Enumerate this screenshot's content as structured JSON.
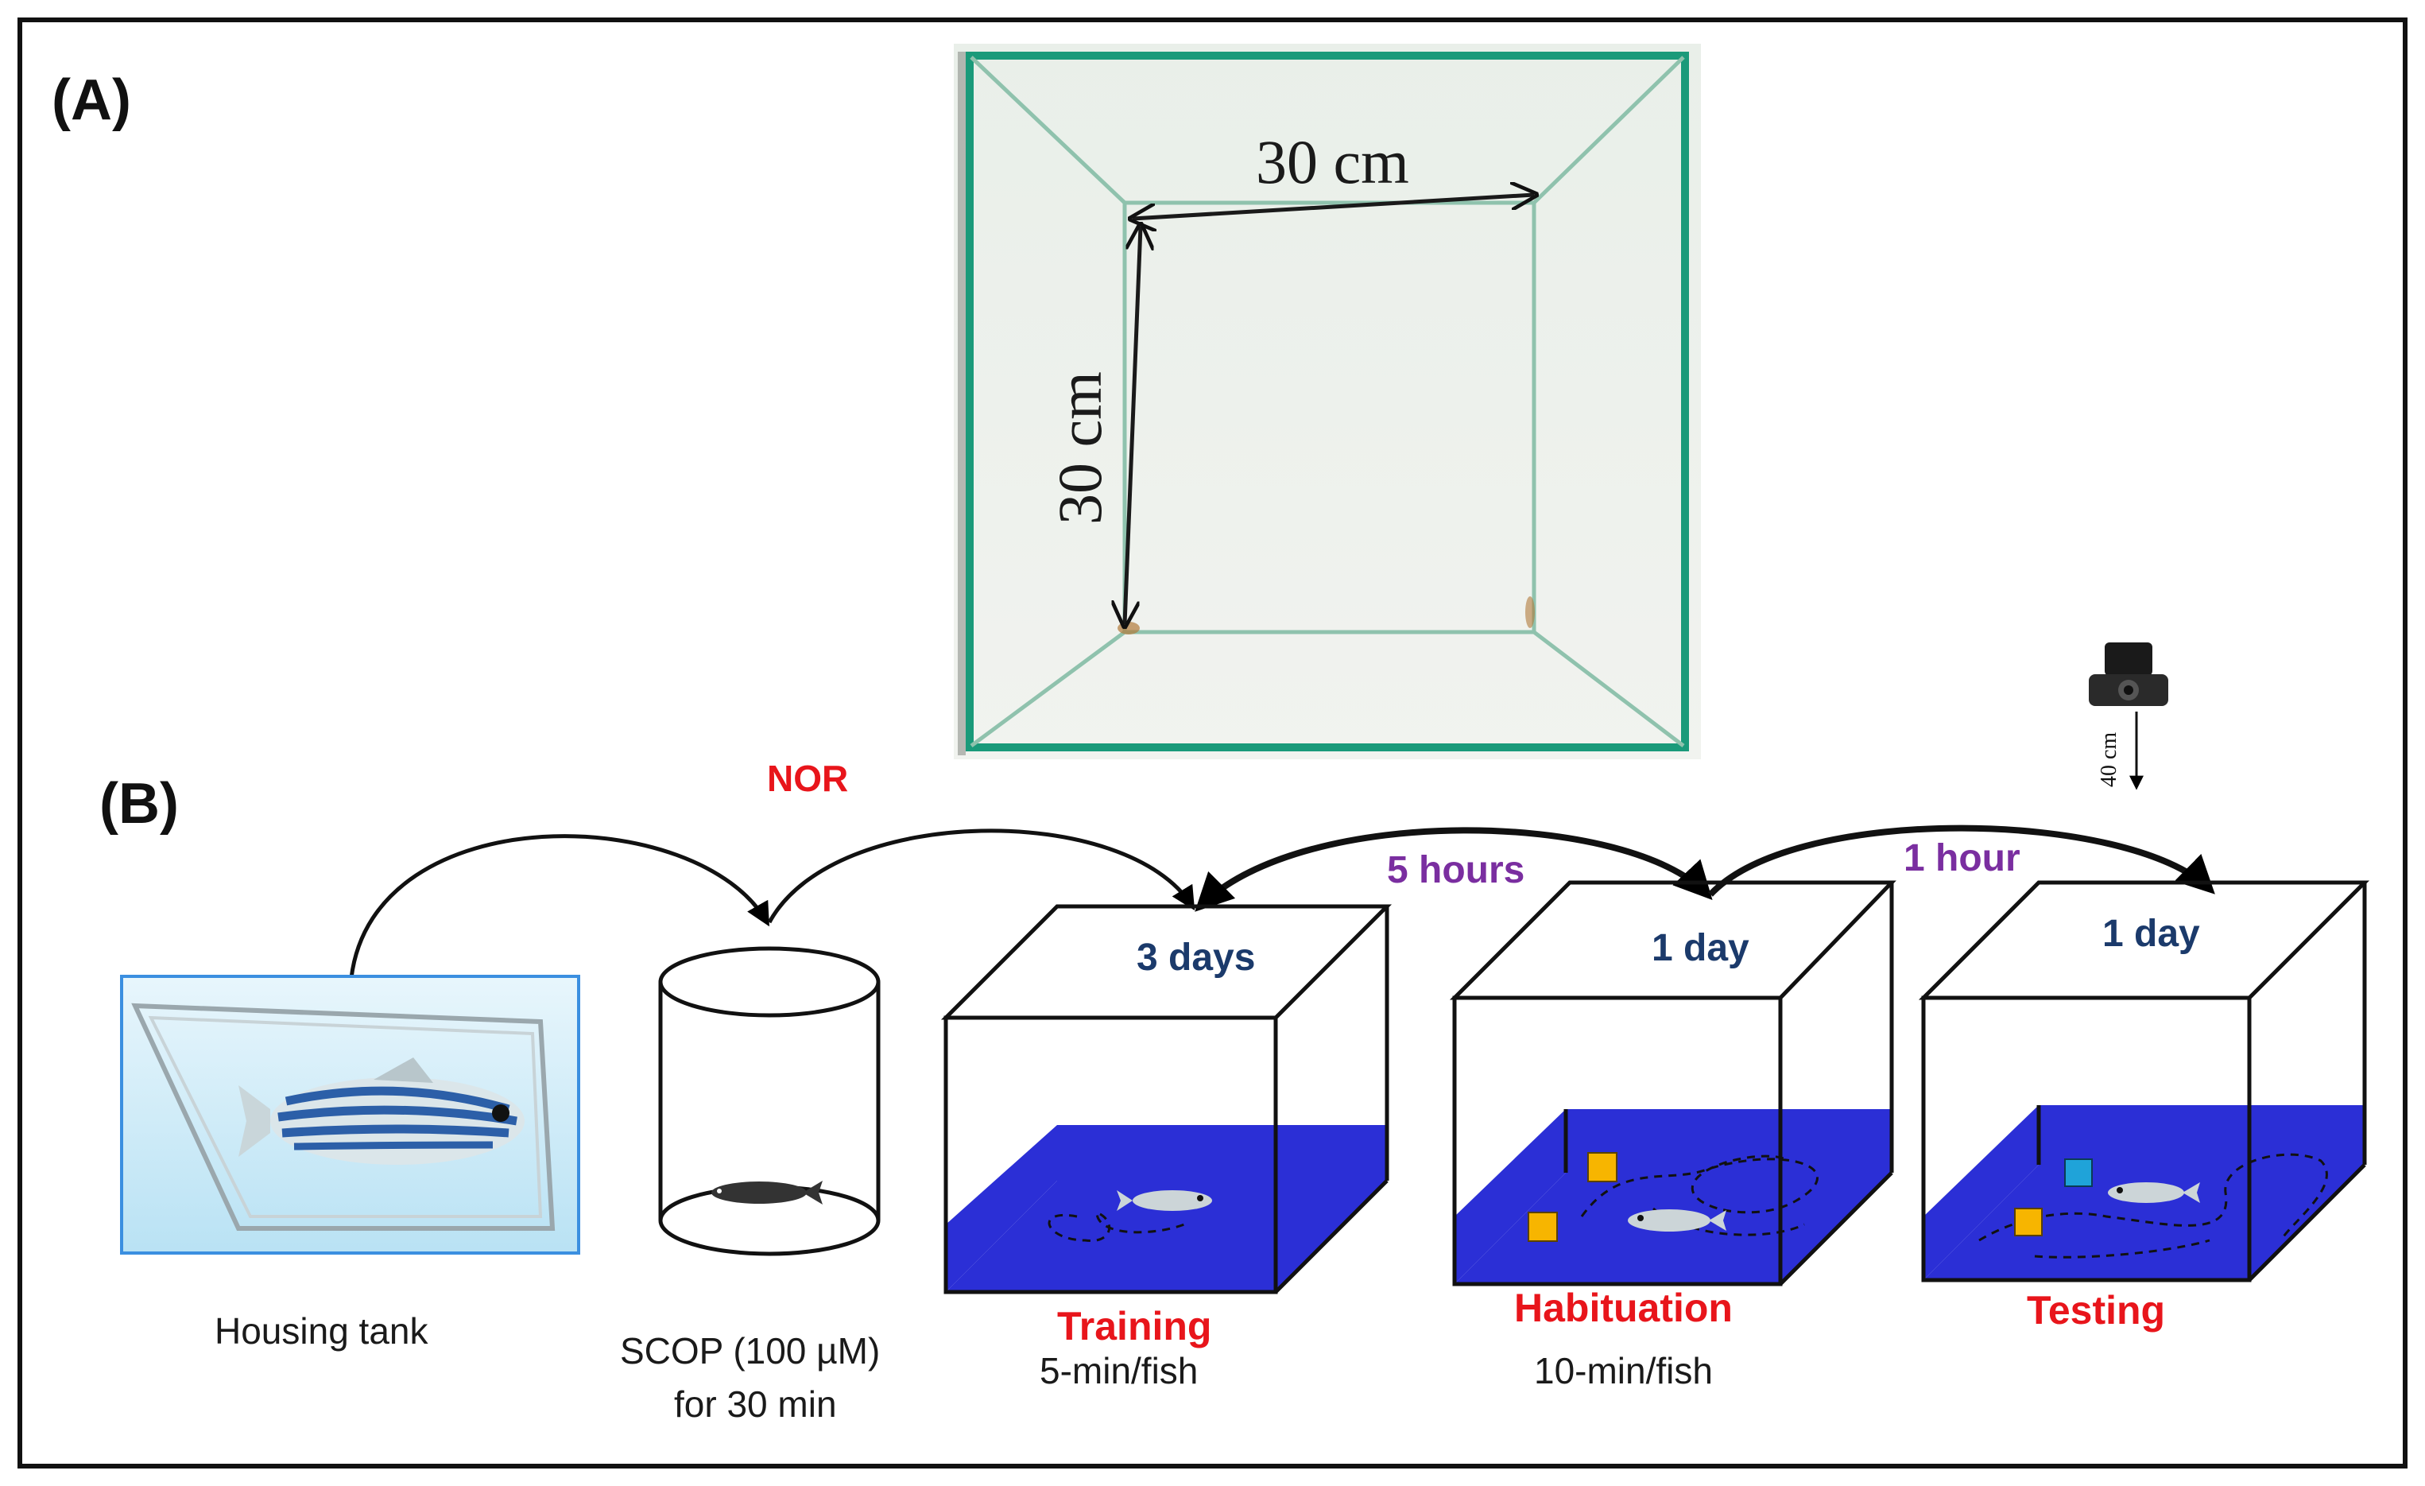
{
  "panels": {
    "a_label": "(A)",
    "b_label": "(B)"
  },
  "tank_photo": {
    "width_label": "30 cm",
    "depth_label": "30 cm"
  },
  "protocol": {
    "title": "NOR",
    "camera_distance": "40 cm",
    "housing_caption": "Housing tank",
    "scop_caption_line1": "SCOP (100 µM)",
    "scop_caption_line2": "for 30 min",
    "training": {
      "duration": "3 days",
      "phase": "Training",
      "caption": "5-min/fish"
    },
    "habituation": {
      "duration": "1 day",
      "phase": "Habituation",
      "caption": "10-min/fish"
    },
    "testing": {
      "duration": "1 day",
      "phase": "Testing",
      "caption": ""
    },
    "interval_1": "5 hours",
    "interval_2": "1 hour"
  },
  "colors": {
    "water": "#2b2fd6",
    "object_yellow": "#f7b500",
    "object_blue": "#1fa3d9",
    "tank_glass": "#1a9a7a",
    "title_red": "#e8151b",
    "interval_purple": "#7a2ea0",
    "duration_navy": "#1b3a6b"
  }
}
